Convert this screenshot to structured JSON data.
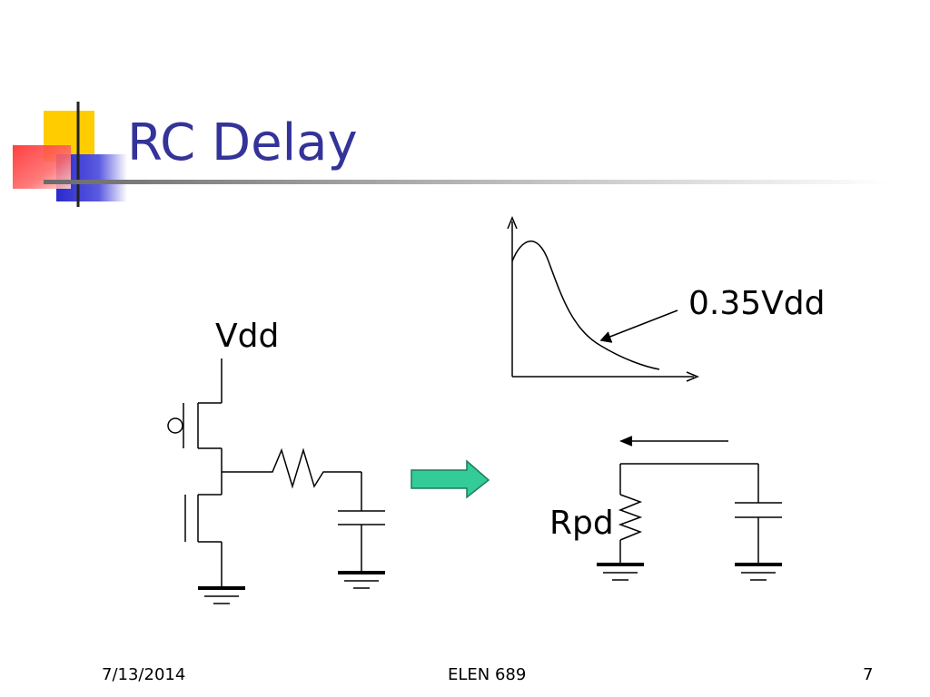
{
  "slide": {
    "title": "RC Delay",
    "colors": {
      "title": "#333399",
      "decor_yellow": "#ffcc00",
      "decor_red": "#ff3333",
      "decor_blue": "#3333cc",
      "arrow_fill": "#33cc99",
      "line": "#000000"
    }
  },
  "diagram": {
    "vdd_label": "Vdd",
    "threshold_label": "0.35Vdd",
    "rpd_label": "Rpd",
    "icons": [
      "pmos-transistor-icon",
      "nmos-transistor-icon",
      "resistor-icon",
      "capacitor-icon",
      "ground-icon",
      "arrow-right-icon",
      "arrow-left-icon"
    ]
  },
  "footer": {
    "date": "7/13/2014",
    "course": "ELEN 689",
    "page": "7"
  }
}
